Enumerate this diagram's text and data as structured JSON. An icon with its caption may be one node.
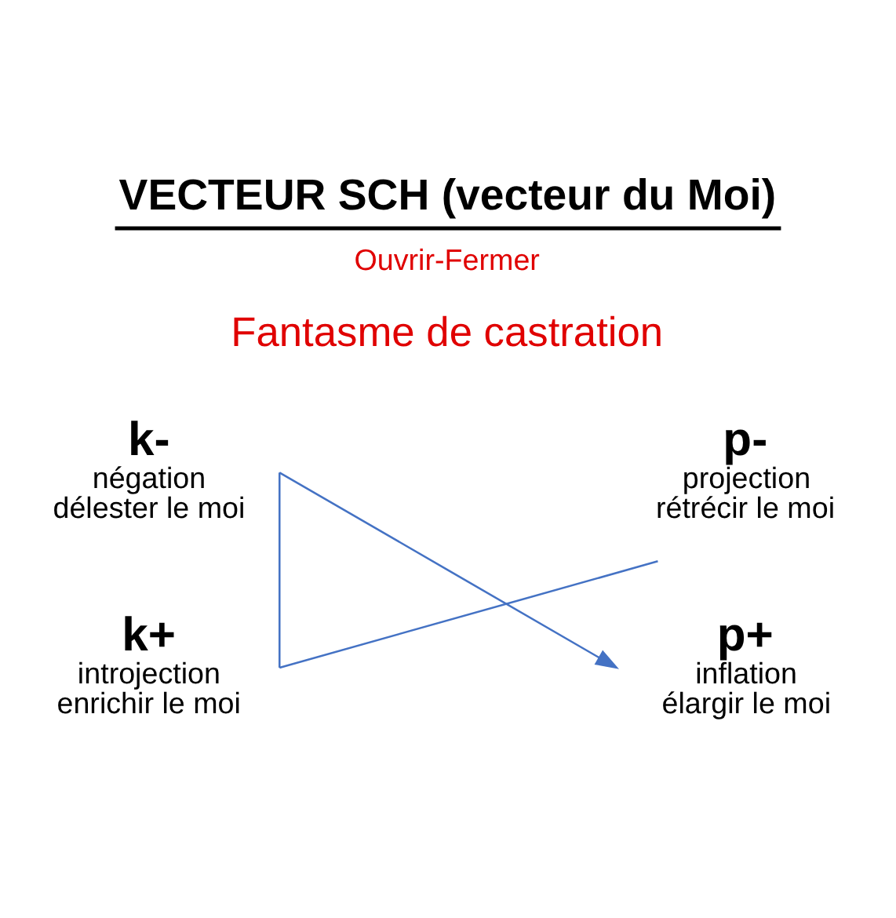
{
  "diagram": {
    "title": "VECTEUR SCH (vecteur du Moi)",
    "nodes": [
      {
        "text": [
          "k-",
          "négation",
          "délester le moi"
        ]
      },
      {
        "text": [
          "p-",
          "projection",
          "rétrécir le moi"
        ]
      },
      {
        "text": [
          "k+",
          "introjection",
          "enrichir le moi"
        ]
      },
      {
        "text": [
          "p+",
          "inflation",
          "élargir le moi"
        ]
      }
    ],
    "edges": [
      {
        "from": 1,
        "to": 2,
        "arrow": "none"
      },
      {
        "from": 2,
        "to": 0,
        "arrow": "none"
      },
      {
        "from": 0,
        "to": 3,
        "arrow": "to"
      }
    ],
    "labels": [
      "Ouvrir-Fermer",
      "Fantasme de castration"
    ]
  }
}
